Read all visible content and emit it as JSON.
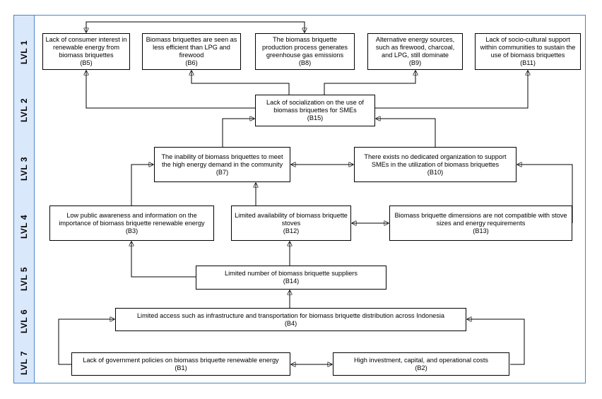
{
  "levels": [
    "LVL 1",
    "LVL 2",
    "LVL 3",
    "LVL 4",
    "LVL 5",
    "LVL 6",
    "LVL 7"
  ],
  "nodes": {
    "B5": {
      "text": "Lack of consumer interest in renewable energy from biomass briquettes",
      "code": "(B5)"
    },
    "B6": {
      "text": "Biomass briquettes are seen as less efficient than LPG and firewood",
      "code": "(B6)"
    },
    "B8": {
      "text": "The biomass briquette production process generates greenhouse gas emissions",
      "code": "(B8)"
    },
    "B9": {
      "text": "Alternative energy sources, such as firewood, charcoal, and LPG, still dominate",
      "code": "(B9)"
    },
    "B11": {
      "text": "Lack of socio-cultural support within communities to sustain the use of biomass briquettes",
      "code": "(B11)"
    },
    "B15": {
      "text": "Lack of socialization on the use of biomass briquettes for SMEs",
      "code": "(B15)"
    },
    "B7": {
      "text": "The inability of biomass briquettes to meet the high energy demand in the community",
      "code": "(B7)"
    },
    "B10": {
      "text": "There exists no dedicated organization to support SMEs in the utilization of biomass briquettes",
      "code": "(B10)"
    },
    "B3": {
      "text": "Low public awareness and information on the importance of biomass briquette renewable energy",
      "code": "(B3)"
    },
    "B12": {
      "text": "Limited availability of biomass briquette stoves",
      "code": "(B12)"
    },
    "B13": {
      "text": "Biomass briquette dimensions are not compatible with stove sizes and energy requirements",
      "code": "(B13)"
    },
    "B14": {
      "text": "Limited number of biomass briquette suppliers",
      "code": "(B14)"
    },
    "B4": {
      "text": "Limited access such as infrastructure and transportation for biomass briquette distribution across Indonesia",
      "code": "(B4)"
    },
    "B1": {
      "text": "Lack of government policies on biomass briquette renewable energy",
      "code": "(B1)"
    },
    "B2": {
      "text": "High investment, capital, and operational costs",
      "code": "(B2)"
    }
  },
  "edges": [
    {
      "from": "B15",
      "to": "B5"
    },
    {
      "from": "B15",
      "to": "B6"
    },
    {
      "from": "B15",
      "to": "B9"
    },
    {
      "from": "B15",
      "to": "B11"
    },
    {
      "from": "B5",
      "to": "B8",
      "bidirectional": true
    },
    {
      "from": "B7",
      "to": "B15"
    },
    {
      "from": "B10",
      "to": "B15"
    },
    {
      "from": "B7",
      "to": "B10",
      "bidirectional": true
    },
    {
      "from": "B3",
      "to": "B7"
    },
    {
      "from": "B12",
      "to": "B7"
    },
    {
      "from": "B13",
      "to": "B10"
    },
    {
      "from": "B12",
      "to": "B13",
      "bidirectional": true
    },
    {
      "from": "B14",
      "to": "B3"
    },
    {
      "from": "B14",
      "to": "B12"
    },
    {
      "from": "B4",
      "to": "B14"
    },
    {
      "from": "B1",
      "to": "B4"
    },
    {
      "from": "B2",
      "to": "B4"
    },
    {
      "from": "B1",
      "to": "B2",
      "bidirectional": true
    }
  ]
}
